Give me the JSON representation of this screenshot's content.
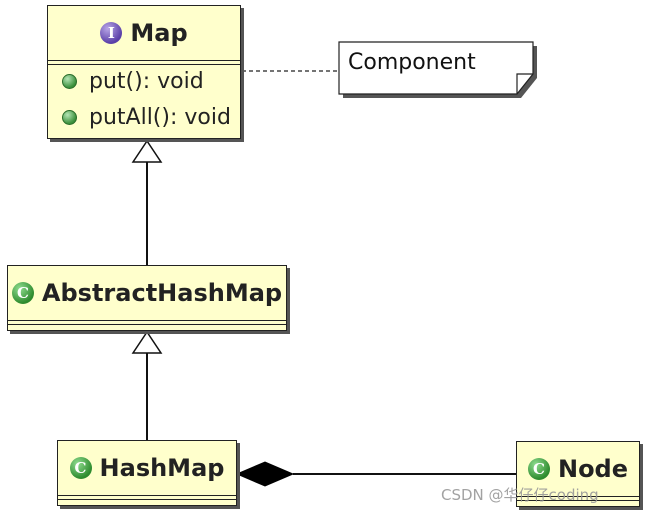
{
  "map": {
    "stereotype_icon": "interface-icon",
    "name": "Map",
    "methods": [
      "put(): void",
      "putAll(): void"
    ]
  },
  "abstract_hash_map": {
    "stereotype_icon": "class-icon",
    "name": "AbstractHashMap"
  },
  "hash_map": {
    "stereotype_icon": "class-icon",
    "name": "HashMap"
  },
  "node": {
    "stereotype_icon": "class-icon",
    "name": "Node"
  },
  "note": {
    "text": "Component"
  },
  "watermark": {
    "text": "CSDN @华仔仔coding"
  },
  "relations": [
    {
      "type": "generalization",
      "from": "AbstractHashMap",
      "to": "Map"
    },
    {
      "type": "generalization",
      "from": "HashMap",
      "to": "AbstractHashMap"
    },
    {
      "type": "composition",
      "from": "Node",
      "to": "HashMap"
    },
    {
      "type": "note-link",
      "from": "Component",
      "to": "Map"
    }
  ],
  "colors": {
    "class_fill": "#ffffcc",
    "border": "#222222"
  }
}
